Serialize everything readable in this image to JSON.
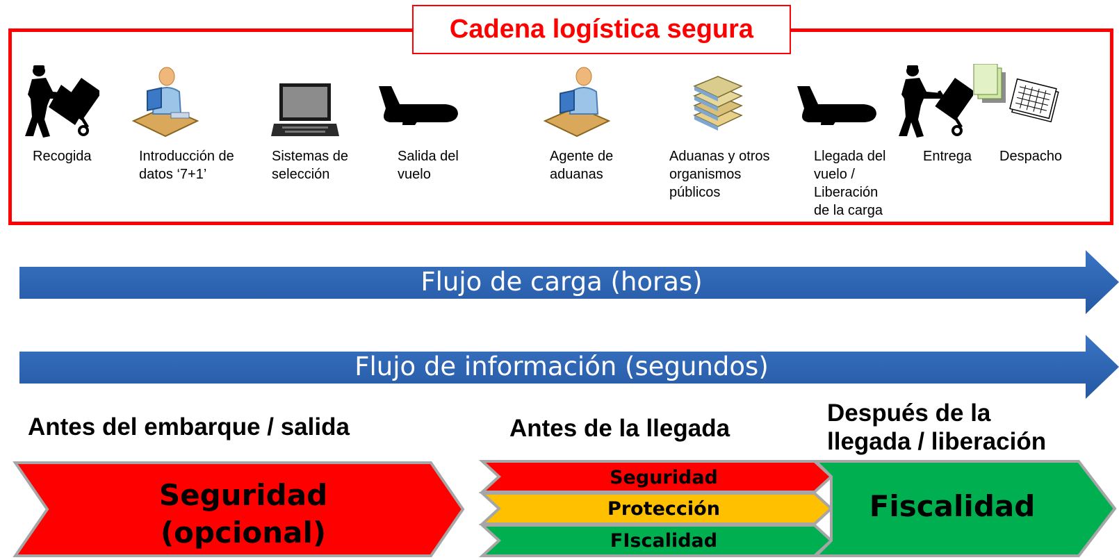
{
  "chain": {
    "title": "Cadena logística segura",
    "steps": [
      {
        "icon": "courier-hand-truck-icon",
        "label": "Recogida"
      },
      {
        "icon": "data-entry-operator-icon",
        "label": "Introducción de\ndatos ‘7+1’"
      },
      {
        "icon": "laptop-icon",
        "label": "Sistemas de\nselección"
      },
      {
        "icon": "airplane-icon",
        "label": "Salida del\nvuelo"
      },
      {
        "icon": "customs-agent-icon",
        "label": "Agente de\naduanas"
      },
      {
        "icon": "document-stack-icon",
        "label": "Aduanas y otros\norganismos\npúblicos"
      },
      {
        "icon": "airplane-icon",
        "label": "Llegada del\nvuelo /\nLiberación\nde la carga"
      },
      {
        "icon": "courier-hand-truck-icon",
        "label": "Entrega"
      },
      {
        "icon": "dispatch-documents-icon",
        "label": "Despacho"
      }
    ]
  },
  "flows": {
    "cargo": "Flujo de carga (horas)",
    "information": "Flujo de información (segundos)"
  },
  "phases": {
    "before_departure": "Antes del embarque / salida",
    "before_arrival": "Antes de la llegada",
    "after_arrival": "Después de la\nllegada / liberación"
  },
  "chevrons": {
    "security_optional": "Seguridad\n(opcional)",
    "security": "Seguridad",
    "protection": "Protección",
    "fiscal_small": "FIscalidad",
    "fiscal": "Fiscalidad"
  },
  "colors": {
    "frame_red": "#ff0000",
    "arrow_blue": "#2e64b0",
    "chevron_red": "#ff0000",
    "chevron_amber": "#ffc000",
    "chevron_green": "#00b050"
  }
}
